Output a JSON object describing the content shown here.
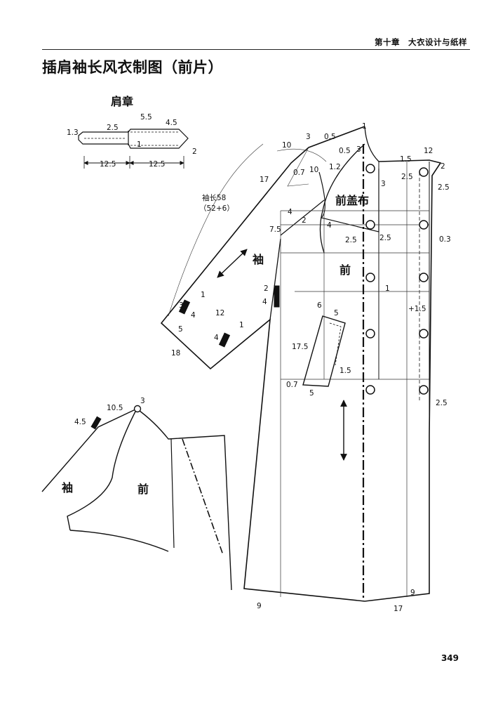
{
  "header": {
    "running_head": "第十章　大衣设计与纸样",
    "title": "插肩袖长风衣制图（前片）"
  },
  "epaulette": {
    "title": "肩章",
    "dims": {
      "d1_3": "1.3",
      "d2_5": "2.5",
      "d5_5": "5.5",
      "d4_5": "4.5",
      "d1": "1",
      "d2": "2",
      "d12_5a": "12.5",
      "d12_5b": "12.5"
    }
  },
  "main": {
    "labels": {
      "sleeve_len": "袖长58",
      "sleeve_len_sub": "（52+6）",
      "sleeve": "袖",
      "front": "前",
      "storm_flap": "前盖布"
    },
    "dims": {
      "d1_top": "1",
      "d3_top": "3",
      "d0_5a": "0.5",
      "d0_5b": "0.5",
      "d3_neck": "3",
      "d10": "10",
      "d0_7a": "0.7",
      "d10b": "10",
      "d17": "17",
      "d1_5a": "1.5",
      "d12": "12",
      "d2a": "2",
      "d2_5a": "2.5",
      "d3b": "3",
      "d2_5b": "2.5",
      "d1_2": "1.2",
      "d4a": "4",
      "d4b": "4",
      "d2b": "2",
      "d7_5": "7.5",
      "d2_5c": "2.5",
      "d2_5d": "2.5",
      "d0_3": "0.3",
      "d1b": "1",
      "d_plus": "+1.5",
      "d2c": "2",
      "d4c": "4",
      "d3c": "3",
      "d4d": "4",
      "d1c": "1",
      "d12b": "12",
      "d5a": "5",
      "d4e": "4",
      "d1d": "1",
      "d18": "18",
      "d6": "6",
      "d5b": "5",
      "d17_5": "17.5",
      "d1_5b": "1.5",
      "d0_7b": "0.7",
      "d5c": "5",
      "d2_5e": "2.5",
      "d9a": "9",
      "d9b": "9",
      "d17b": "17"
    }
  },
  "inset": {
    "labels": {
      "sleeve": "袖",
      "front": "前"
    },
    "dims": {
      "d10_5": "10.5",
      "d3": "3",
      "d4_5": "4.5"
    }
  },
  "page_number": "349"
}
